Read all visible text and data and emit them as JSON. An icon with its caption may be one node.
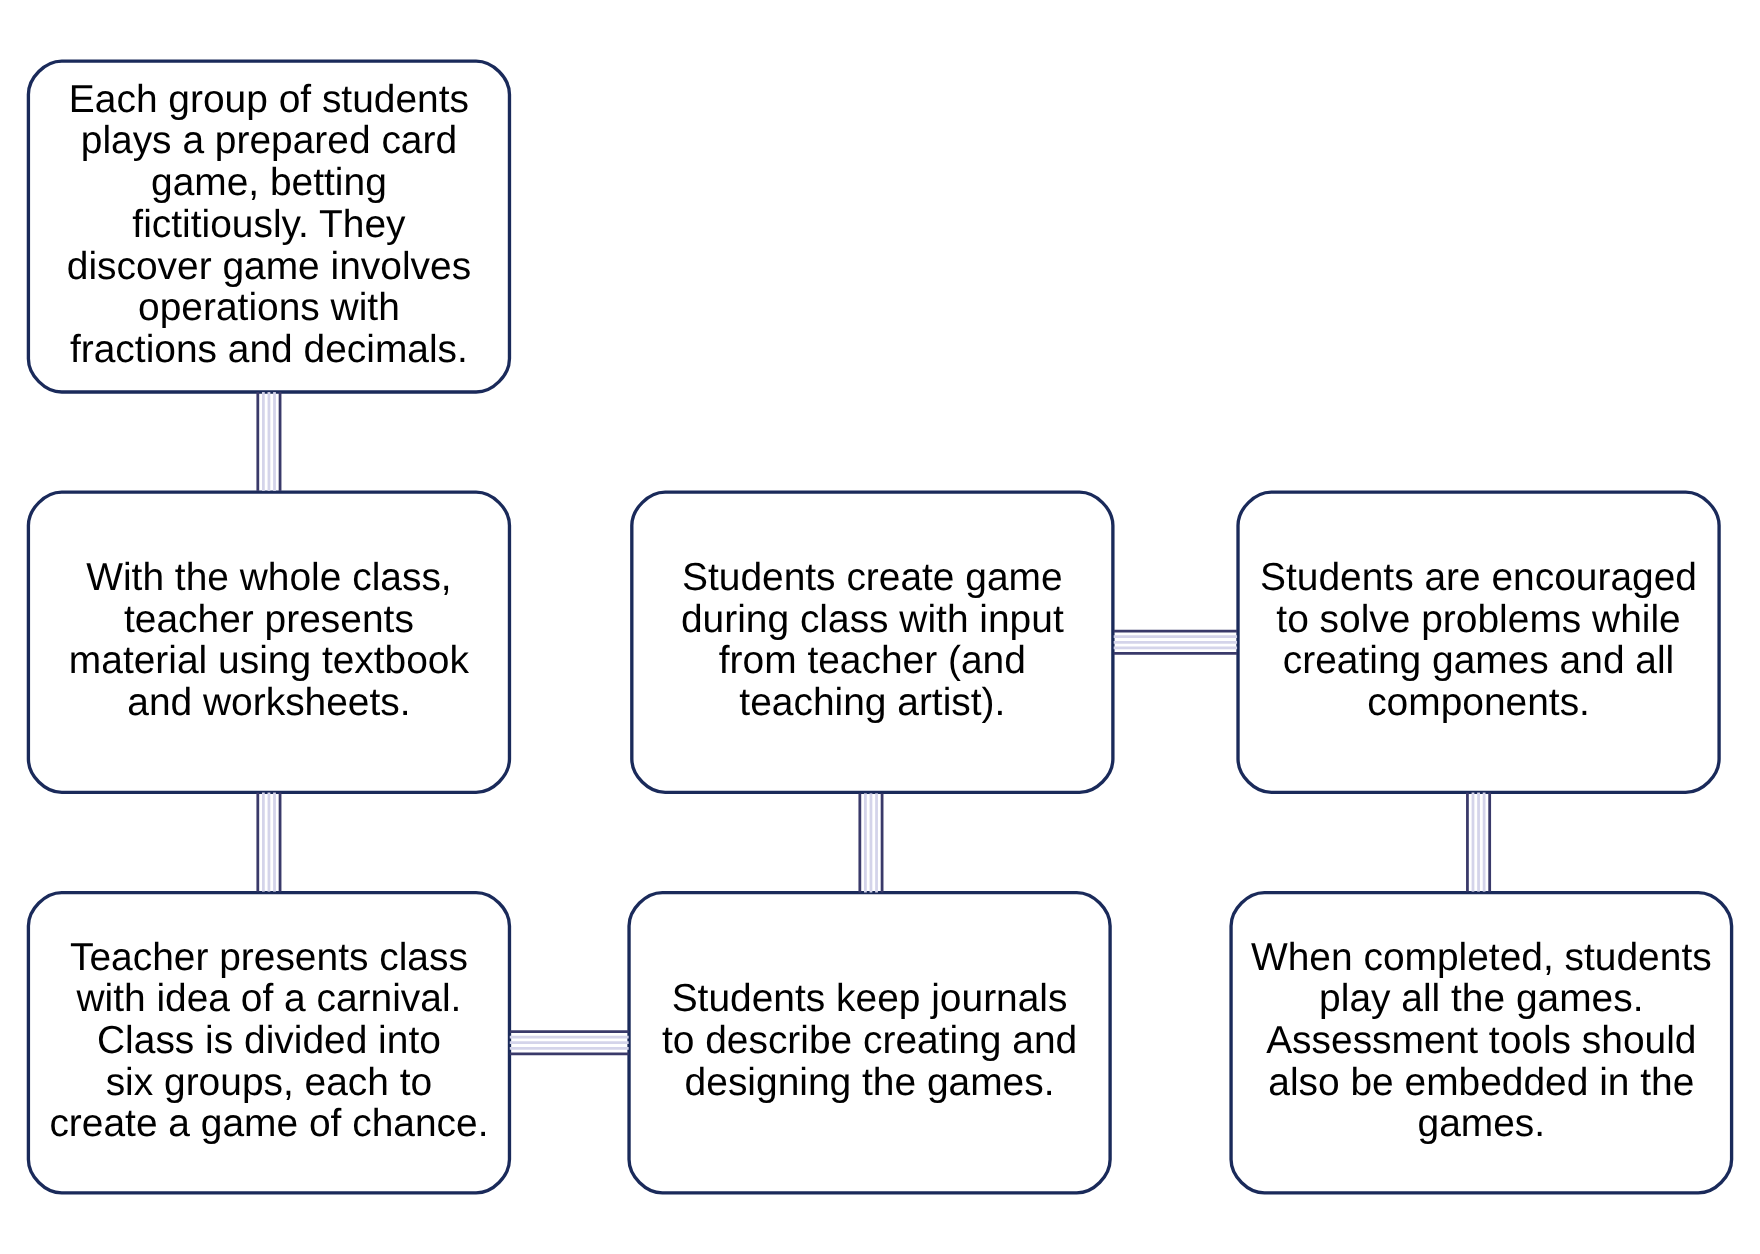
{
  "diagram": {
    "nodes": [
      {
        "text": [
          "Each group of students plays a prepared card game, betting fictitiously. They discover game involves operations with fractions and decimals."
        ]
      },
      {
        "text": [
          "With the whole class, teacher presents material using textbook and worksheets."
        ]
      },
      {
        "text": [
          "Teacher presents class with idea of a carnival. Class is divided into six groups, each to create a game of chance."
        ]
      },
      {
        "text": [
          "Students keep journals to describe creating and designing the games."
        ]
      },
      {
        "text": [
          "Students create game during class with input from teacher (and teaching artist)."
        ]
      },
      {
        "text": [
          "Students are encouraged to solve problems while creating games and all components."
        ]
      },
      {
        "text": [
          "When completed, students play all the games. Assessment tools should also be embedded in the games."
        ]
      }
    ],
    "edges": [
      {
        "from": 0,
        "to": 1,
        "arrow": "none"
      },
      {
        "from": 1,
        "to": 2,
        "arrow": "none"
      },
      {
        "from": 2,
        "to": 3,
        "arrow": "none"
      },
      {
        "from": 3,
        "to": 4,
        "arrow": "none"
      },
      {
        "from": 4,
        "to": 5,
        "arrow": "none"
      },
      {
        "from": 5,
        "to": 6,
        "arrow": "none"
      }
    ]
  }
}
